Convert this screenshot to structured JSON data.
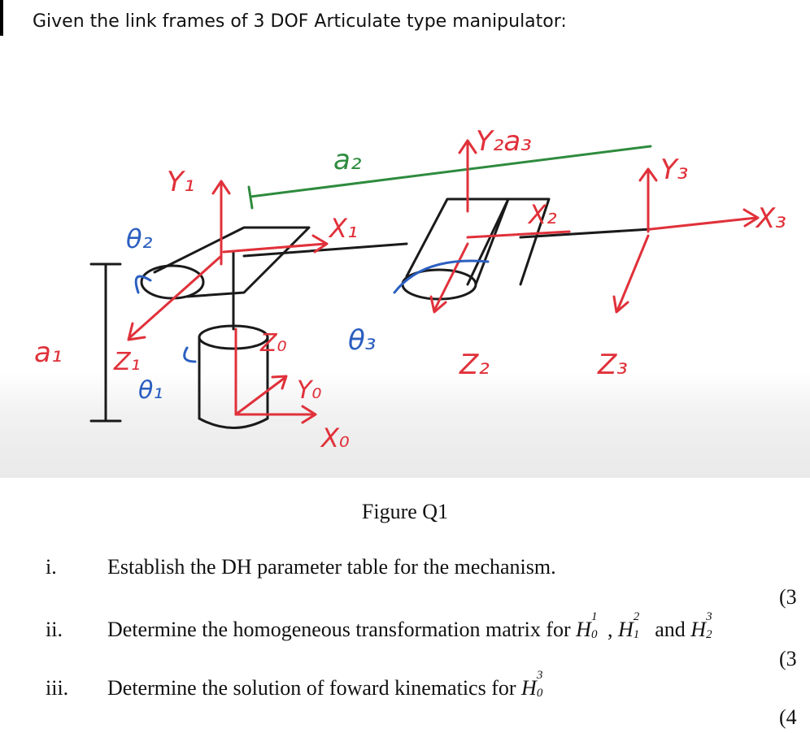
{
  "heading": "Given the link frames of 3 DOF Articulate type manipulator:",
  "figure": {
    "caption": "Figure Q1",
    "labels": {
      "a2": "a₂",
      "y2a3": "Y₂a₃",
      "y3": "Y₃",
      "y1": "Y₁",
      "x3": "X₃",
      "theta2": "θ₂",
      "x1": "X₁",
      "x2": "X₂",
      "a1": "a₁",
      "z1": "Z₁",
      "z0": "Z₀",
      "theta3": "θ₃",
      "z2": "Z₂",
      "z3": "Z₃",
      "y0": "Y₀",
      "theta1": "θ₁",
      "x0": "X₀"
    },
    "colors": {
      "red": "#e0313a",
      "green": "#2e8b3e",
      "blue": "#2b5fc0",
      "ink": "#1a1a1a"
    }
  },
  "questions": [
    {
      "num": "i.",
      "text": "Establish the DH parameter table for the mechanism.",
      "marks": "(3"
    },
    {
      "num": "ii.",
      "text_before": "Determine the homogeneous transformation matrix for",
      "matrices": [
        "H",
        "H",
        "H"
      ],
      "sups": [
        "1",
        "2",
        "3"
      ],
      "subs": [
        "0",
        "1",
        "2"
      ],
      "sep1": ",",
      "sep2": "and",
      "marks": "(3"
    },
    {
      "num": "iii.",
      "text_before": "Determine the solution of foward kinematics for",
      "matrix": "H",
      "sup": "3",
      "sub": "0",
      "marks": "(4"
    }
  ]
}
